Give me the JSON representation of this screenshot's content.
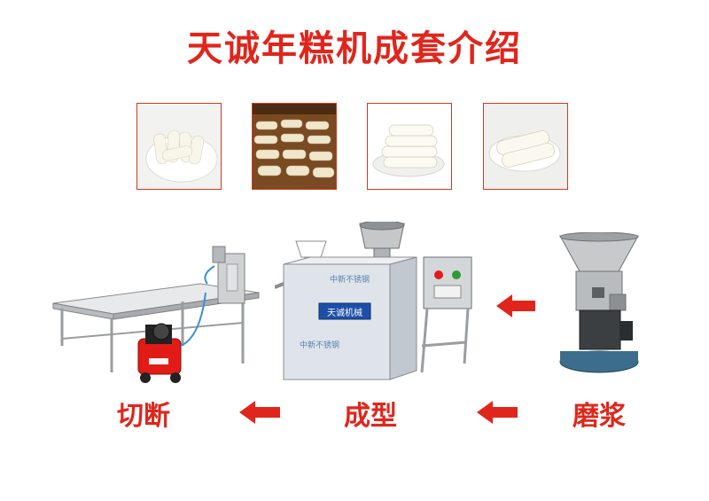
{
  "title": "天诚年糕机成套介绍",
  "steps": {
    "cut": "切断",
    "shape": "成型",
    "grind": "磨浆"
  },
  "machine_texts": {
    "brand_panel": "天诚机械",
    "side_text_1": "中新不锈钢",
    "side_text_2": "中新不锈钢"
  },
  "colors": {
    "accent": "#e0261c",
    "frame": "#d23a1e"
  }
}
